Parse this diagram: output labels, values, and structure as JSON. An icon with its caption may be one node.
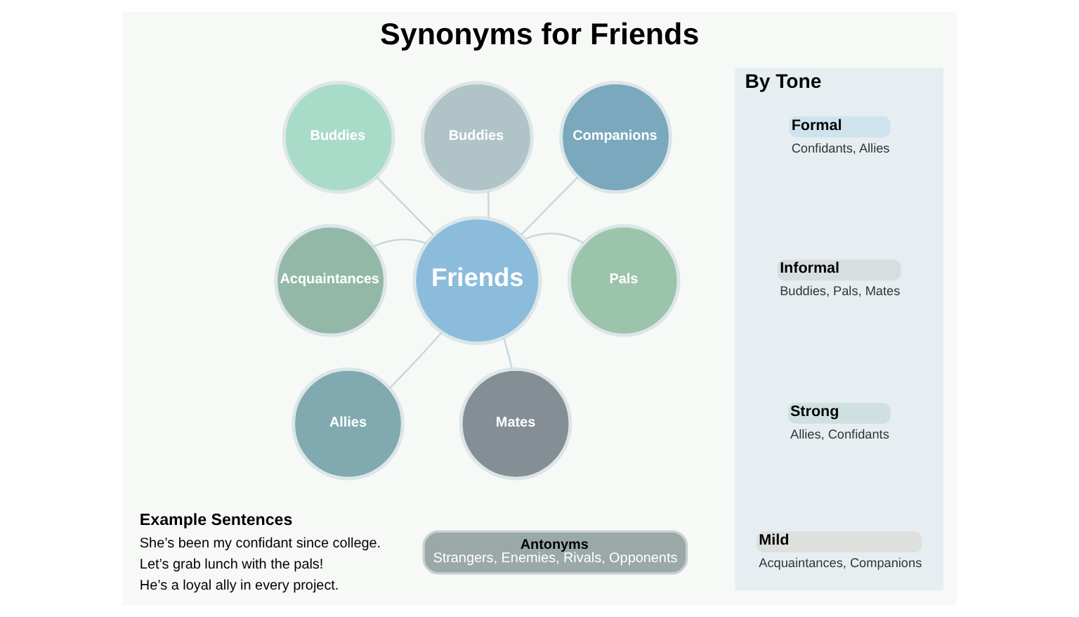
{
  "diagram": {
    "title": "Synonyms for Friends",
    "nodes": [
      {
        "text": [
          "Buddies"
        ]
      },
      {
        "text": [
          "Buddies"
        ]
      },
      {
        "text": [
          "Companions"
        ]
      },
      {
        "text": [
          "Acquaintances"
        ]
      },
      {
        "text": [
          "Friends"
        ]
      },
      {
        "text": [
          "Pals"
        ]
      },
      {
        "text": [
          "Allies"
        ]
      },
      {
        "text": [
          "Mates"
        ]
      },
      {
        "text": [
          "Antonyms",
          "Strangers, Enemies, Rivals, Opponents"
        ]
      },
      {
        "text": [
          "By Tone"
        ]
      },
      {
        "text": [
          "Formal"
        ],
        "in": 9,
        "beside": [
          "Confidants, Allies"
        ]
      },
      {
        "text": [
          "Informal"
        ],
        "in": 9,
        "beside": [
          "Buddies, Pals, Mates"
        ]
      },
      {
        "text": [
          "Strong"
        ],
        "in": 9,
        "beside": [
          "Allies, Confidants"
        ]
      },
      {
        "text": [
          "Mild"
        ],
        "in": 9,
        "beside": [
          "Acquaintances, Companions"
        ]
      }
    ],
    "edges": [
      {
        "from": 4,
        "to": 0,
        "arrow": "none"
      },
      {
        "from": 4,
        "to": 1,
        "arrow": "none"
      },
      {
        "from": 4,
        "to": 2,
        "arrow": "none"
      },
      {
        "from": 4,
        "to": 3,
        "arrow": "none"
      },
      {
        "from": 4,
        "to": 5,
        "arrow": "none"
      },
      {
        "from": 4,
        "to": 6,
        "arrow": "none"
      },
      {
        "from": 4,
        "to": 7,
        "arrow": "none"
      }
    ],
    "labels": [
      "Example Sentences",
      "She’s been my confidant since college.",
      "Let’s grab lunch with the pals!",
      "He’s a loyal ally in every project."
    ]
  }
}
